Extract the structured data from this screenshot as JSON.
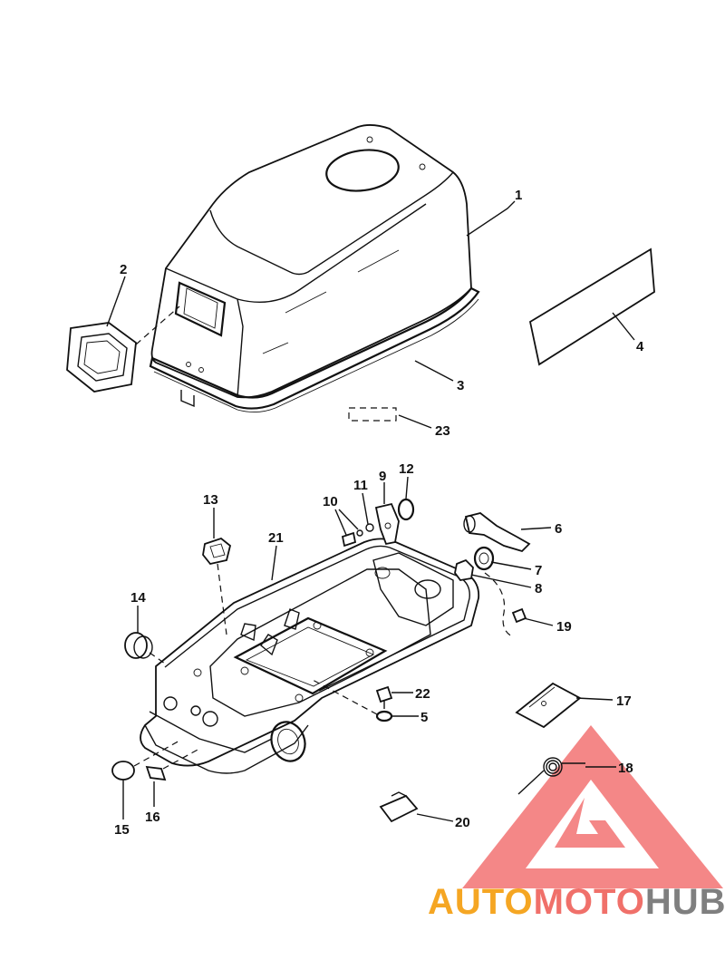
{
  "diagram": {
    "callouts": [
      "1",
      "2",
      "3",
      "4",
      "5",
      "6",
      "7",
      "8",
      "9",
      "10",
      "11",
      "12",
      "13",
      "14",
      "15",
      "16",
      "17",
      "18",
      "19",
      "20",
      "21",
      "22",
      "23"
    ]
  },
  "watermark": {
    "text_auto": "AUTO",
    "text_moto": "MOTO",
    "text_hub": "HUB",
    "color_auto": "#f5a623",
    "color_moto": "#f0706a",
    "color_hub": "#7f7f7f",
    "triangle_color": "#f26d6d"
  }
}
